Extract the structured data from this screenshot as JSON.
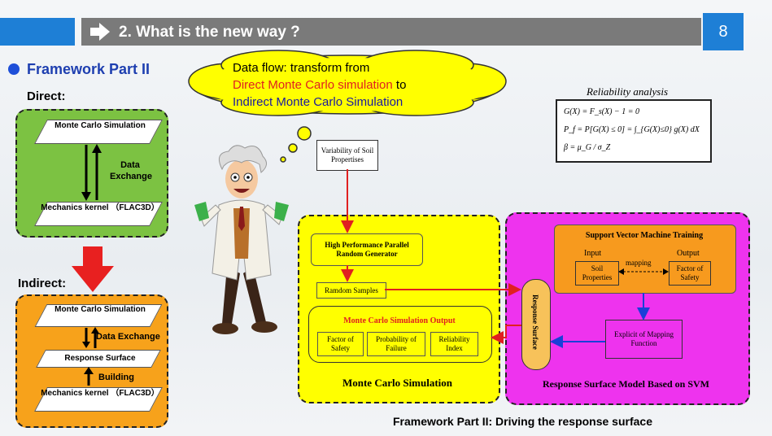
{
  "header": {
    "title": "2. What is the new way ?",
    "page_number": "8"
  },
  "section_title": "Framework Part II",
  "direct": {
    "label": "Direct:",
    "top_box": "Monte Carlo Simulation",
    "bottom_box": "Mechanics kernel （FLAC3D）",
    "exchange": "Data Exchange"
  },
  "indirect": {
    "label": "Indirect:",
    "top_box": "Monte Carlo Simulation",
    "middle_box": "Response Surface",
    "bottom_box": "Mechanics kernel （FLAC3D）",
    "exchange": "Data Exchange",
    "building": "Building"
  },
  "cloud": {
    "line1": "Data flow: transform from",
    "line2_red": "Direct Monte Carlo simulation",
    "line2_tail": " to",
    "line3": "Indirect Monte Carlo Simulation"
  },
  "reliability": {
    "title": "Reliability analysis",
    "eq1": "G(X) = F_s(X) − 1 = 0",
    "eq2": "P_f = P[G(X) ≤ 0] = ∫_{G(X)≤0} g(X) dX",
    "eq3": "β = μ_G / σ_Z"
  },
  "flow": {
    "variability": "Variability of Soil Propertises",
    "random_generator": "High Performance Parallel Random Generator",
    "random_samples": "Ramdom Samples",
    "mcs_output_title": "Monte Carlo Simulation Output",
    "outputs": [
      "Factor of Safety",
      "Probability of Failure",
      "Reliability Index"
    ],
    "mcs_label": "Monte Carlo Simulation",
    "response_surface": "Response Surface",
    "svm_title": "Support Vector Machine Training",
    "svm_input": "Input",
    "svm_output": "Output",
    "svm_mapping": "mapping",
    "soil_props": "Soil Properties",
    "factor_safety": "Factor of Safety",
    "explicit_mapping": "Explicit of Mapping Function",
    "svm_model_label": "Response Surface Model Based on SVM"
  },
  "caption": "Framework Part II:  Driving the response surface",
  "colors": {
    "accent_blue": "#1e7fd6",
    "header_gray": "#7a7a7a",
    "direct_green": "#7cc242",
    "indirect_orange": "#f7a21b",
    "mcs_yellow": "#ffff00",
    "svm_magenta": "#ee33ee",
    "svm_orange": "#f79a1e",
    "flow_red": "#e02020",
    "flow_blue": "#1a3fd8"
  }
}
